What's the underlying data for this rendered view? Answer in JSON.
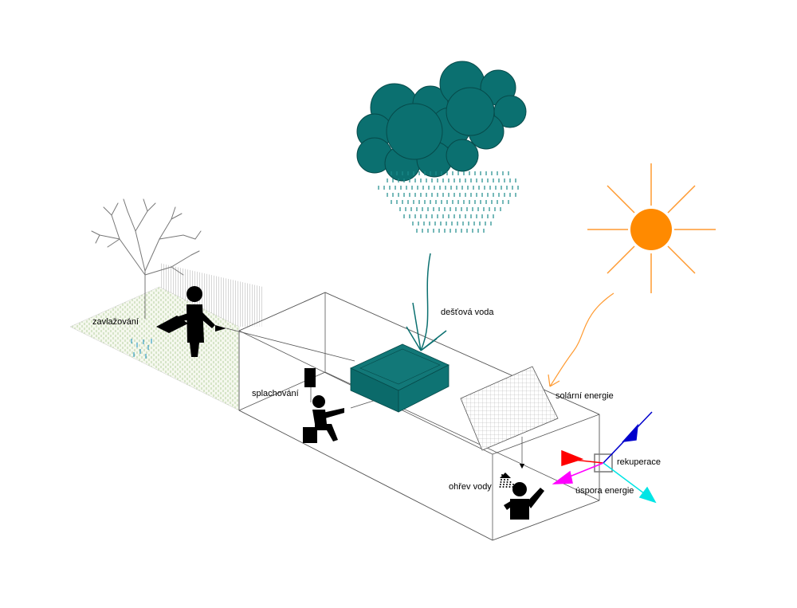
{
  "labels": {
    "irrigation": "zavlažování",
    "rainwater": "dešťová voda",
    "flushing": "splachování",
    "solar": "solární energie",
    "recuperation": "rekuperace",
    "water_heating": "ohřev vody",
    "energy_saving": "úspora energie"
  },
  "colors": {
    "cloud": "#0b7070",
    "rain": "#1a8a8a",
    "tank": "#0b7070",
    "sun": "#ff8a00",
    "sun_rays": "#ff9a30",
    "arrow_red": "#ff0000",
    "arrow_blue": "#0000cc",
    "arrow_magenta": "#ff00ff",
    "arrow_cyan": "#00e5e5",
    "garden": "#b8d4a0",
    "outline": "#555555"
  }
}
